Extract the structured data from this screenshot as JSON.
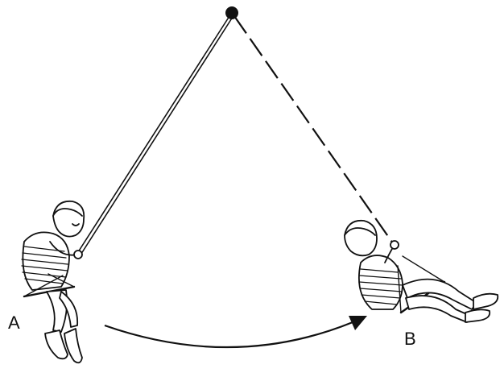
{
  "labels": {
    "start": "A",
    "end": "B"
  },
  "colors": {
    "ink": "#111111",
    "background": "#ffffff"
  },
  "figures": {
    "pivot": "pivot-point",
    "swinger_a": "child-on-swing",
    "swinger_b": "child-on-swing",
    "arrow": "motion-arrow"
  }
}
